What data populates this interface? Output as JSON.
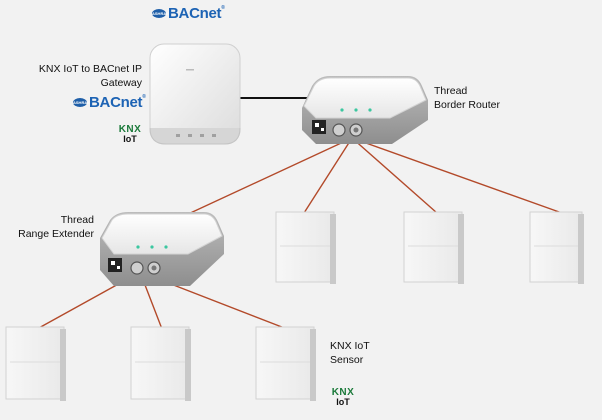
{
  "logos": {
    "bacnet_top": "BACnet",
    "bacnet_gateway": "BACnet",
    "bacnet_badge": "ASHRAE",
    "knx_gateway": {
      "mark": "KNX",
      "sub": "IoT"
    },
    "knx_sensor": {
      "mark": "KNX",
      "sub": "IoT"
    }
  },
  "labels": {
    "gateway": [
      "KNX IoT to BACnet IP",
      "Gateway"
    ],
    "border_router": [
      "Thread",
      "Border Router"
    ],
    "range_extender": [
      "Thread",
      "Range Extender"
    ],
    "sensor": [
      "KNX IoT",
      "Sensor"
    ]
  },
  "colors": {
    "thread_link": "#b34a2a",
    "ip_link": "#111111",
    "bacnet_blue": "#1d63b4",
    "knx_green": "#1b7a3a",
    "status_led": "#3cc7a0"
  }
}
